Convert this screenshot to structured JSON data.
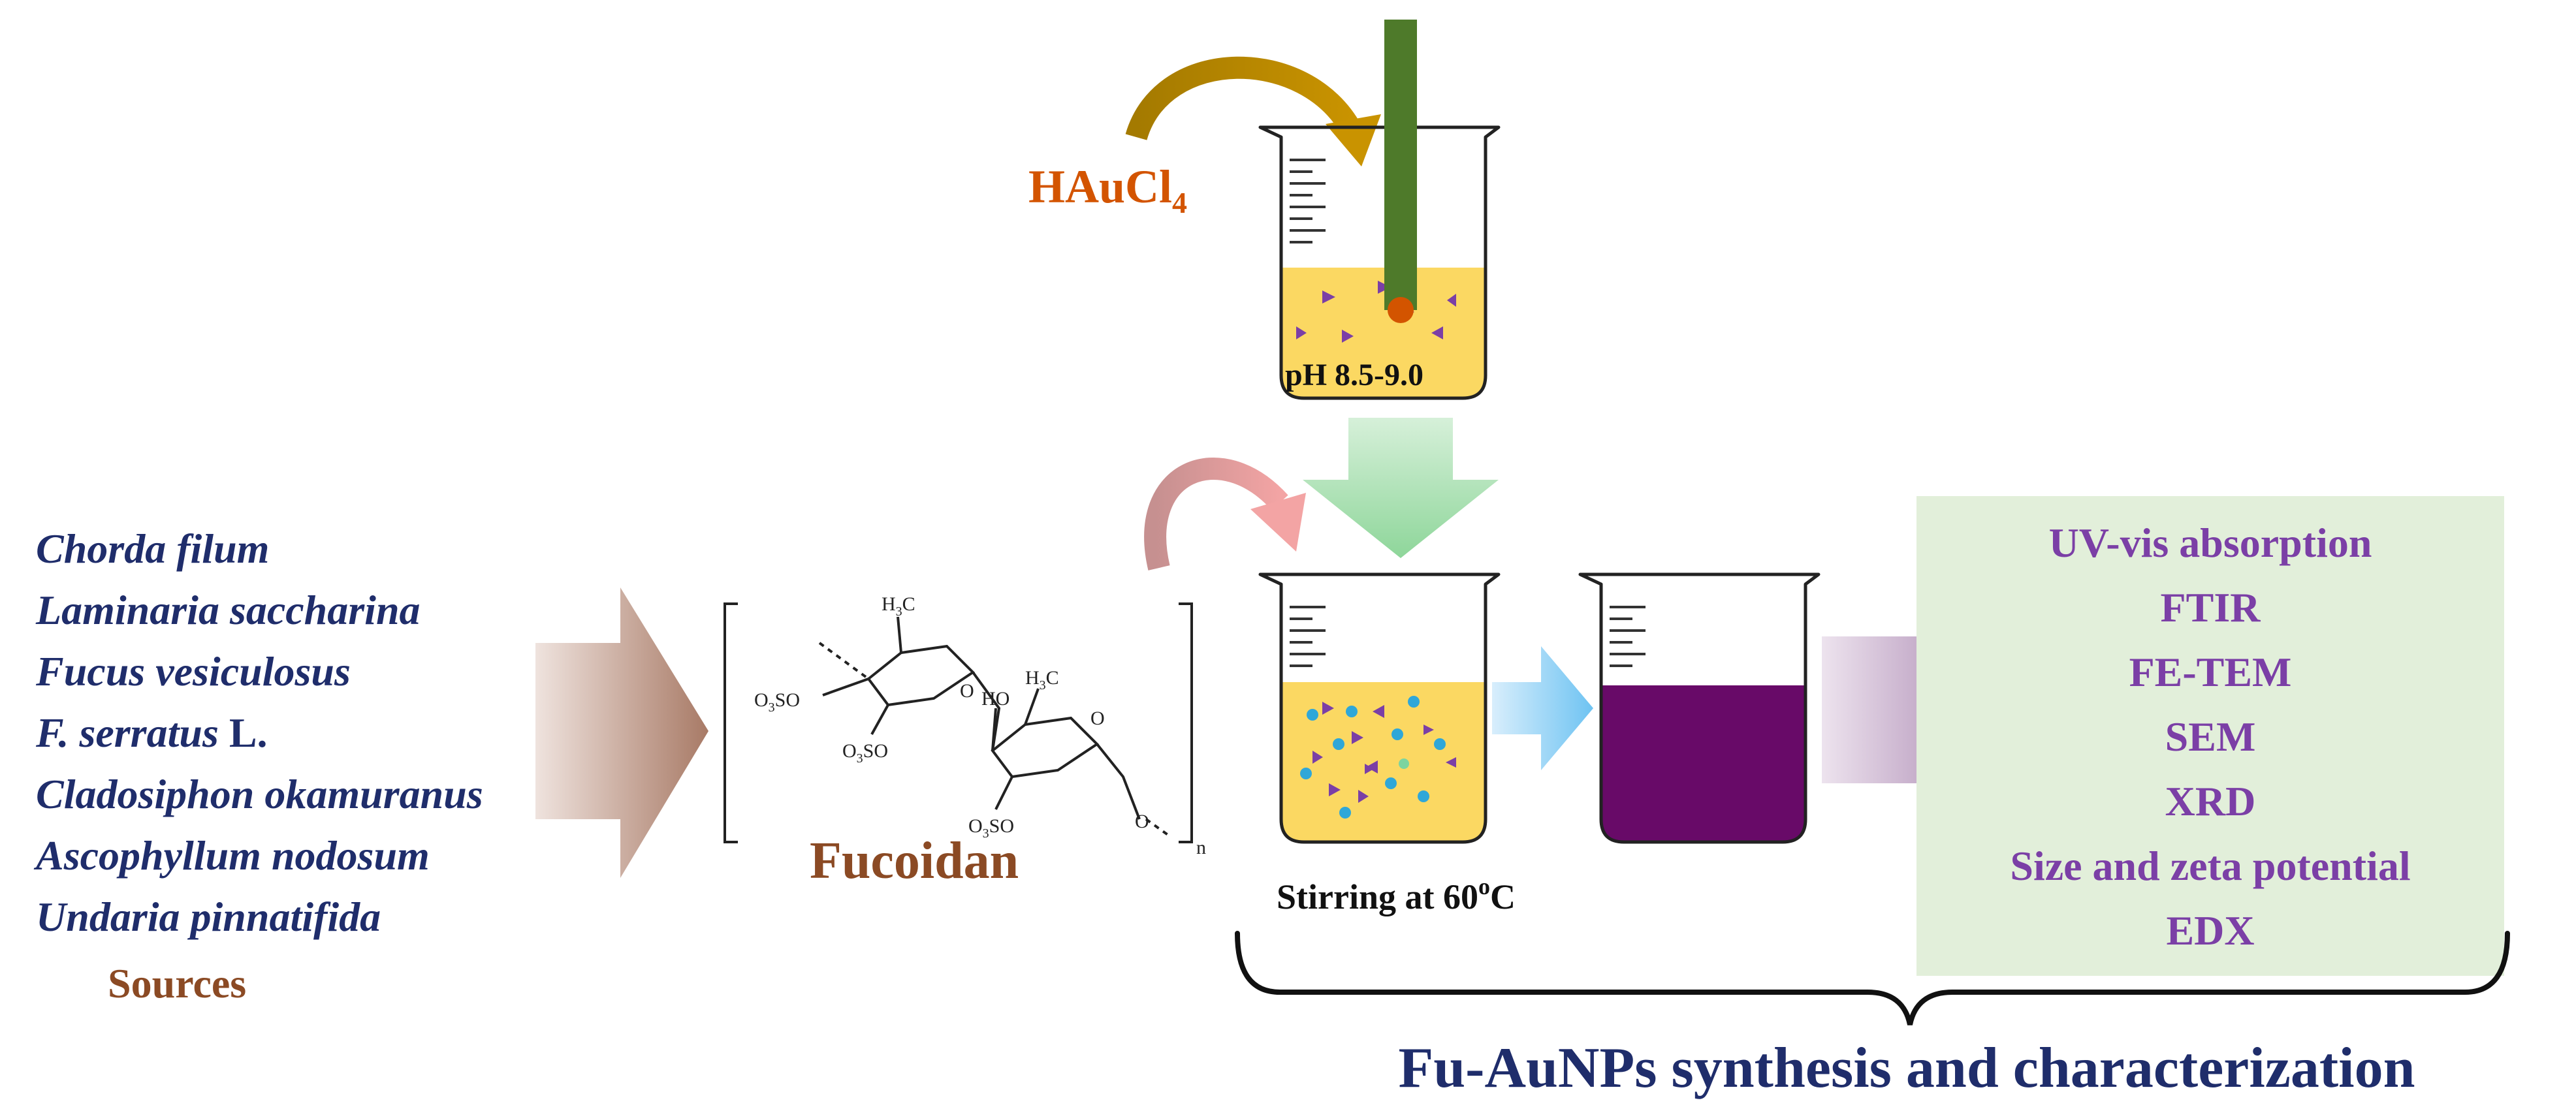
{
  "sources": {
    "items": [
      "Chorda filum",
      "Laminaria saccharina",
      "Fucus vesiculosus",
      "F. serratus",
      "Cladosiphon okamuranus",
      "Ascophyllum nodosum",
      "Undaria pinnatifida"
    ],
    "serratus_suffix": "L.",
    "label": "Sources"
  },
  "fucoidan": {
    "label": "Fucoidan",
    "structure": {
      "methyl_1": "H",
      "methyl_1_sub": "3",
      "methyl_1_c": "C",
      "methyl_2": "H",
      "methyl_2_sub": "3",
      "methyl_2_c": "C",
      "hydroxyl": "HO",
      "sulfate_1": "O",
      "sulfate_1_sub": "3",
      "sulfate_1_rest": "SO",
      "sulfate_2": "O",
      "sulfate_2_sub": "3",
      "sulfate_2_rest": "SO",
      "sulfate_3": "O",
      "sulfate_3_sub": "3",
      "sulfate_3_rest": "SO",
      "ring_o": "O",
      "linker_o": "O",
      "repeat": "n"
    }
  },
  "reaction": {
    "reagent": "HAuCl",
    "reagent_sub": "4",
    "ph_label": "pH 8.5-9.0",
    "stirring_prefix": "Stirring at 60",
    "stirring_sup": "o",
    "stirring_suffix": "C"
  },
  "characterization": {
    "items": [
      "UV-vis absorption",
      "FTIR",
      "FE-TEM",
      "SEM",
      "XRD",
      "Size and zeta potential",
      "EDX"
    ]
  },
  "caption": "Fu-AuNPs synthesis and characterization",
  "colors": {
    "source_text": "#1f2d6b",
    "brown_label": "#8b4a24",
    "reagent": "#d35400",
    "solution_yellow": "#fbd862",
    "product_purple": "#680a68",
    "particle_purple": "#7b3fa6",
    "particle_cyan": "#2fa7d8",
    "rod_green": "#4e7a2a",
    "panel_green": "#e2efda"
  }
}
